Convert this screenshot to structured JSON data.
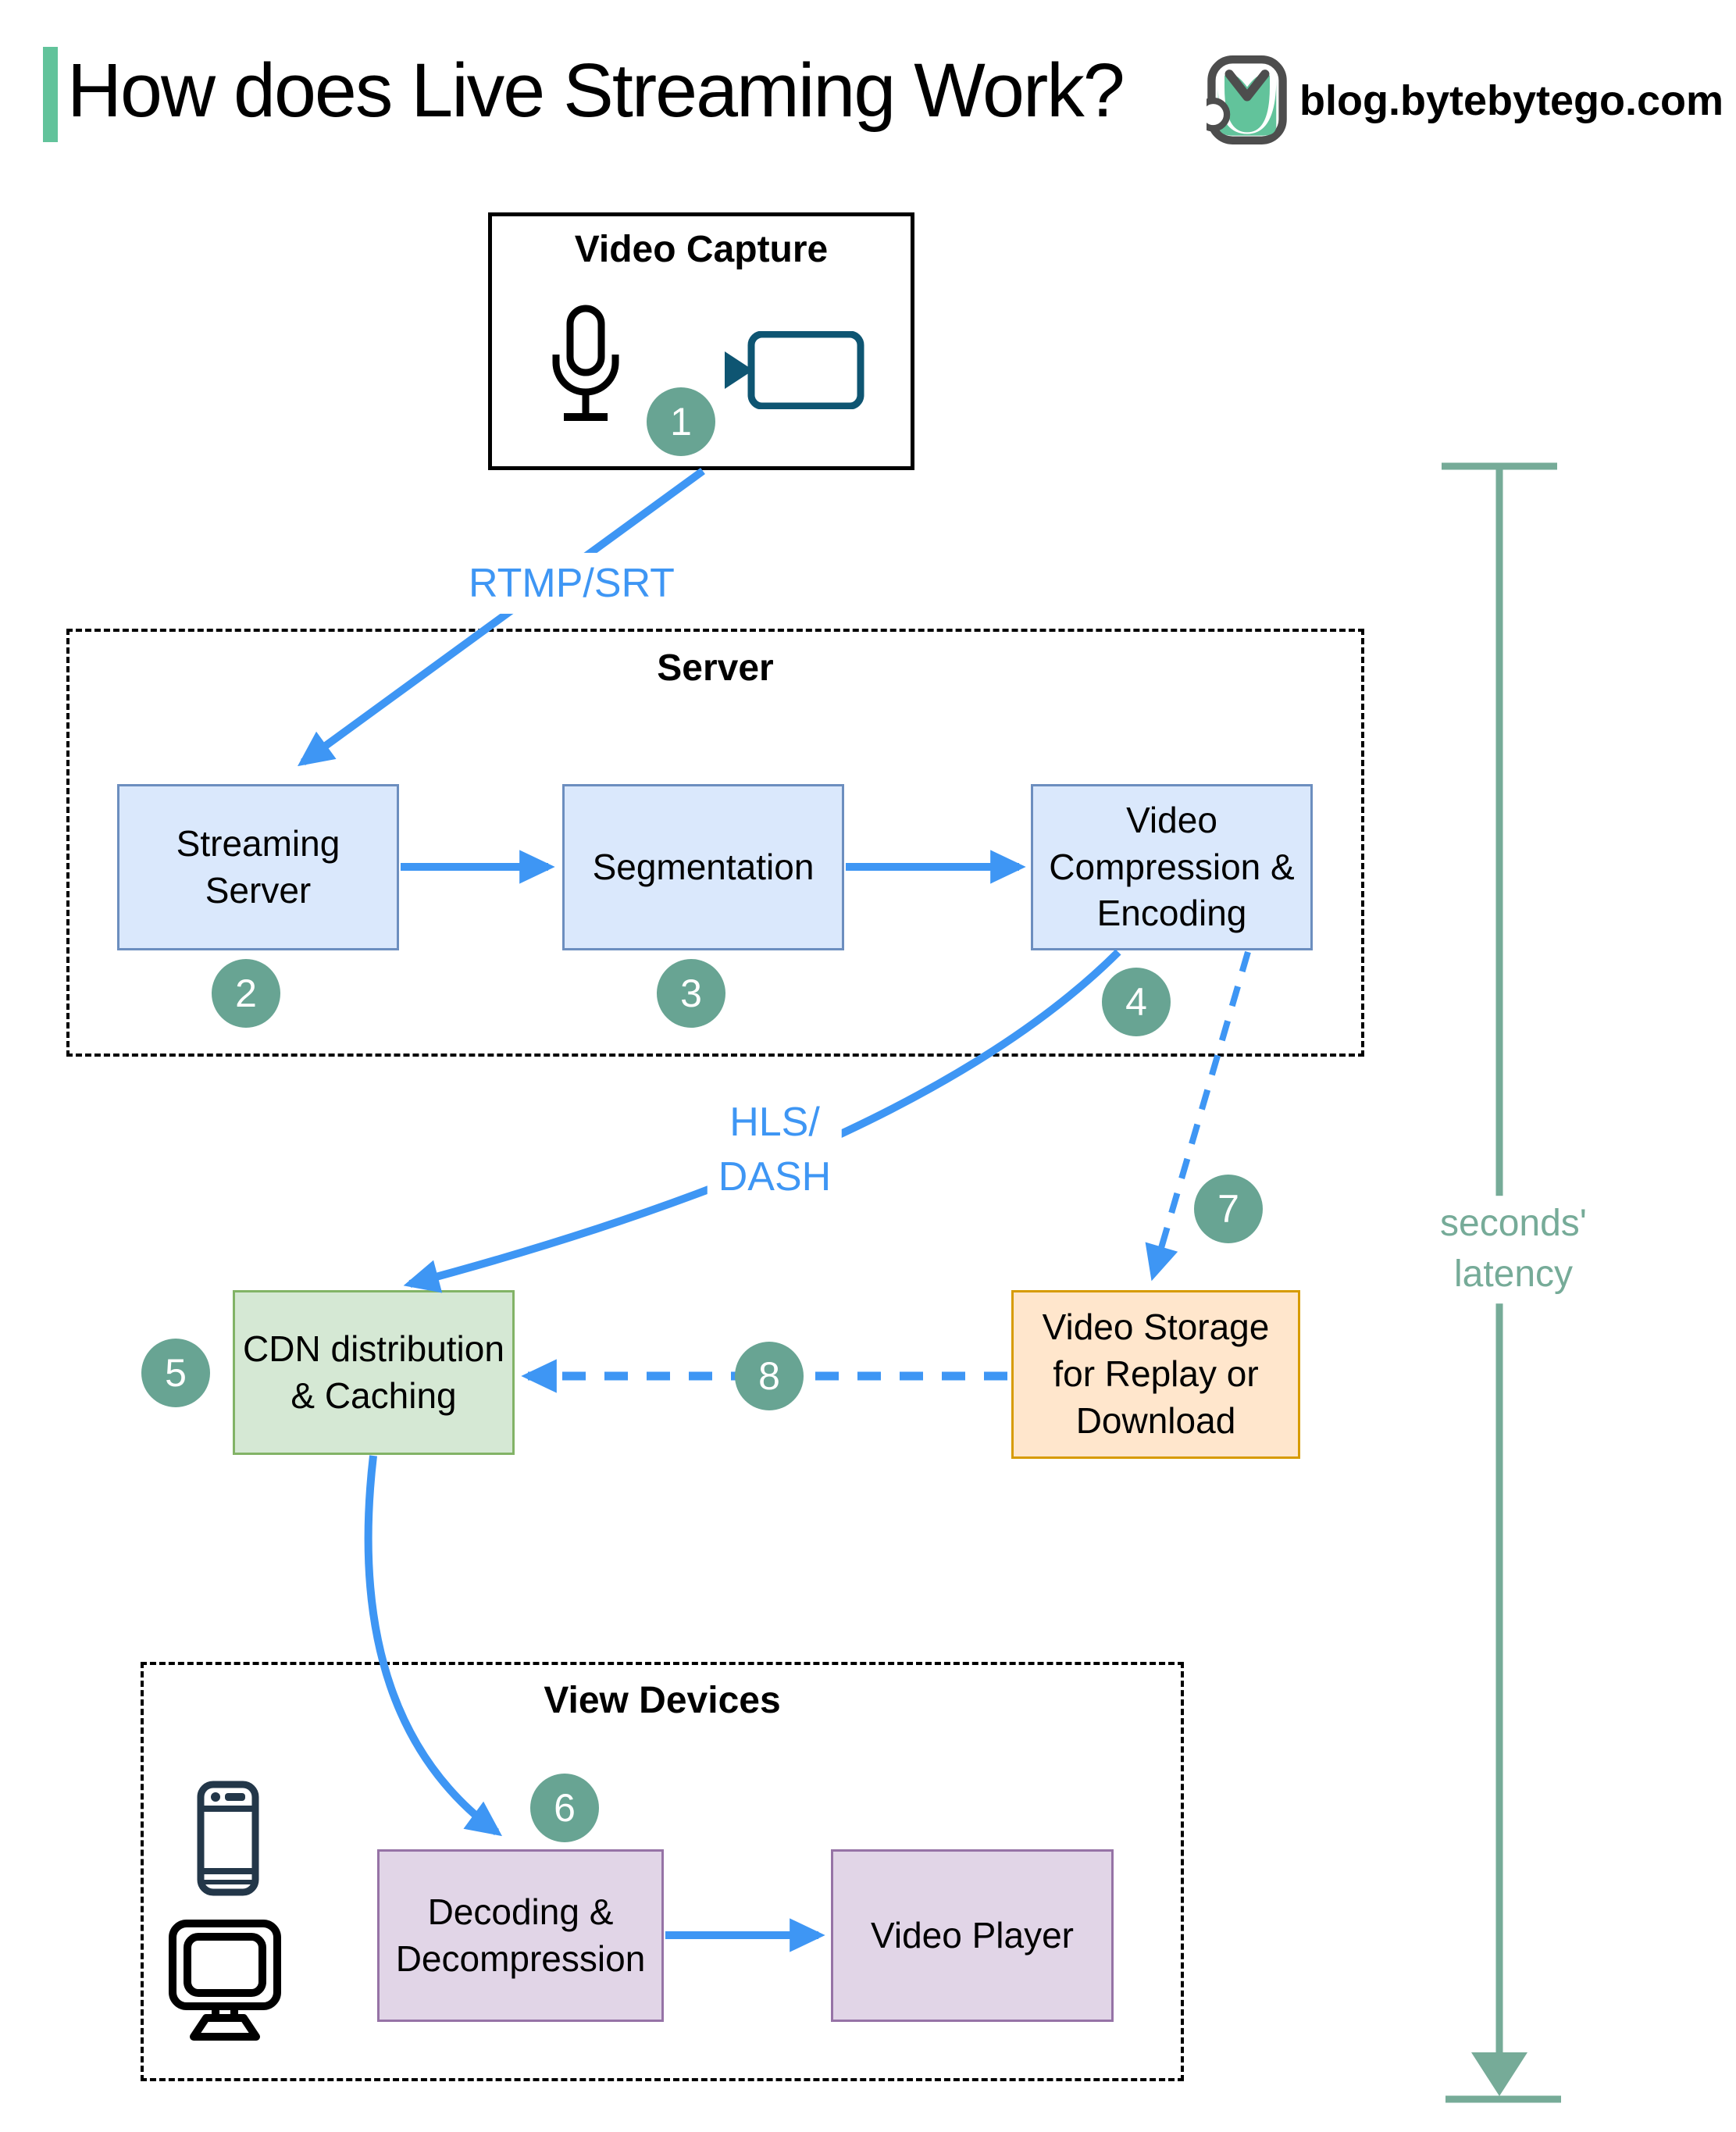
{
  "header": {
    "title": "How does Live Streaming Work?",
    "site": "blog.bytebytego.com"
  },
  "groups": {
    "video_capture": {
      "label": "Video Capture"
    },
    "server": {
      "label": "Server"
    },
    "view_devices": {
      "label": "View Devices"
    }
  },
  "nodes": {
    "streaming_server": {
      "label": "Streaming\nServer"
    },
    "segmentation": {
      "label": "Segmentation"
    },
    "compression": {
      "label": "Video\nCompression &\nEncoding"
    },
    "cdn": {
      "label": "CDN distribution\n& Caching"
    },
    "storage": {
      "label": "Video Storage\nfor Replay or\nDownload"
    },
    "decoding": {
      "label": "Decoding &\nDecompression"
    },
    "player": {
      "label": "Video Player"
    }
  },
  "edge_labels": {
    "ingest": "RTMP/SRT",
    "delivery": "HLS/\nDASH",
    "latency": "seconds' latency"
  },
  "steps": {
    "s1": "1",
    "s2": "2",
    "s3": "3",
    "s4": "4",
    "s5": "5",
    "s6": "6",
    "s7": "7",
    "s8": "8"
  },
  "icons": {
    "microphone": "microphone-icon",
    "video_camera": "video-camera-icon",
    "smartphone": "smartphone-icon",
    "monitor": "monitor-icon",
    "logo": "bytebytego-logo-icon"
  },
  "colors": {
    "arrow_blue": "#3e96f4",
    "step_circle_teal": "#68a493",
    "latency_teal": "#76ab98",
    "title_bar_green": "#62c39b",
    "node_blue_fill": "#dae8fc",
    "node_blue_border": "#6c8ebf",
    "node_green_fill": "#d5e8d4",
    "node_green_border": "#82b366",
    "node_orange_fill": "#ffe6cc",
    "node_orange_border": "#d79b00",
    "node_purple_fill": "#e1d5e7",
    "node_purple_border": "#9673a6",
    "camera_icon_blue": "#0e5572",
    "phone_icon_navy": "#233749",
    "dashed_border": "#000000"
  }
}
